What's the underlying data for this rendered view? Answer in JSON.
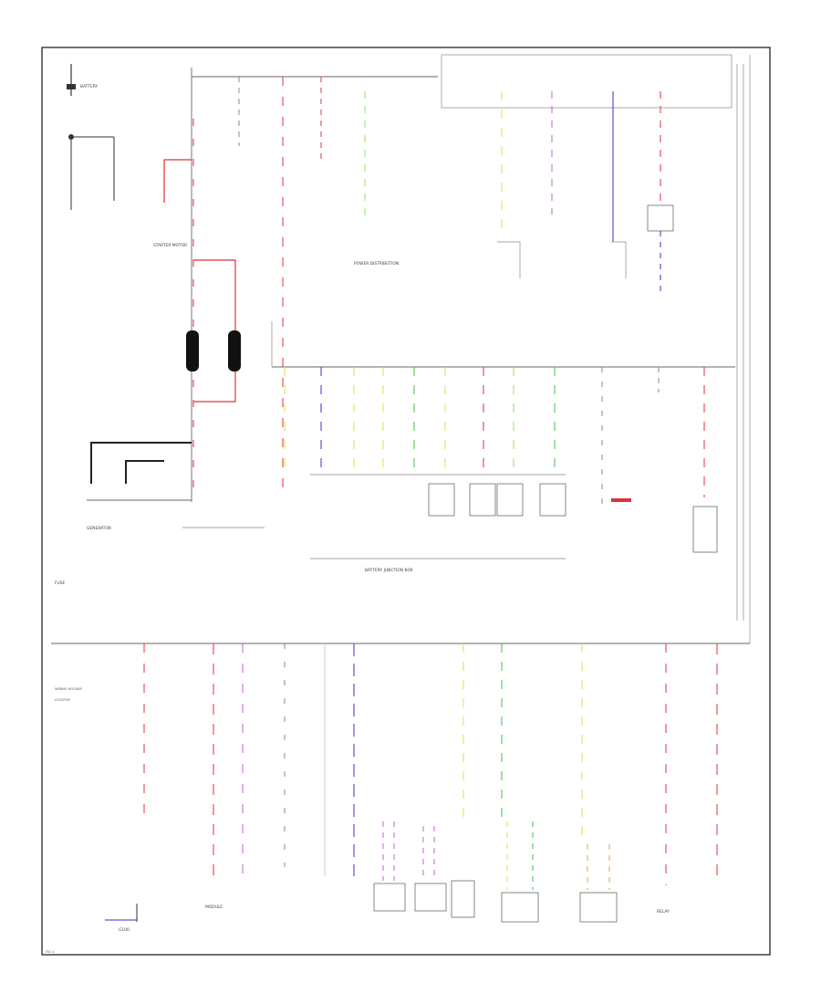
{
  "diagram": {
    "title": "",
    "battery_label": "BATTERY",
    "starter_label": "STARTER MOTOR",
    "generator_label": "GENERATOR",
    "bjb_label": "BATTERY JUNCTION BOX",
    "pdc_label": "POWER DISTRIBUTION",
    "fuse_label": "FUSE",
    "module_label": "MODULE",
    "relay_label": "RELAY",
    "ground_label": "G100",
    "legend_hot": "WIRING HOLDER",
    "legend_locator": "LOCATOR",
    "bottom_corner": "FIG 1",
    "wire_colors": {
      "red": "#e0303a",
      "pink": "#e8a0b0",
      "violet": "#c060d0",
      "blue": "#3030d0",
      "yellow": "#e0e040",
      "green": "#40c040",
      "lime": "#90e060",
      "black": "#222222",
      "gray": "#888888"
    },
    "icons": [
      "battery-icon",
      "fuse-icon",
      "ground-icon",
      "relay-icon",
      "connector-icon"
    ]
  }
}
